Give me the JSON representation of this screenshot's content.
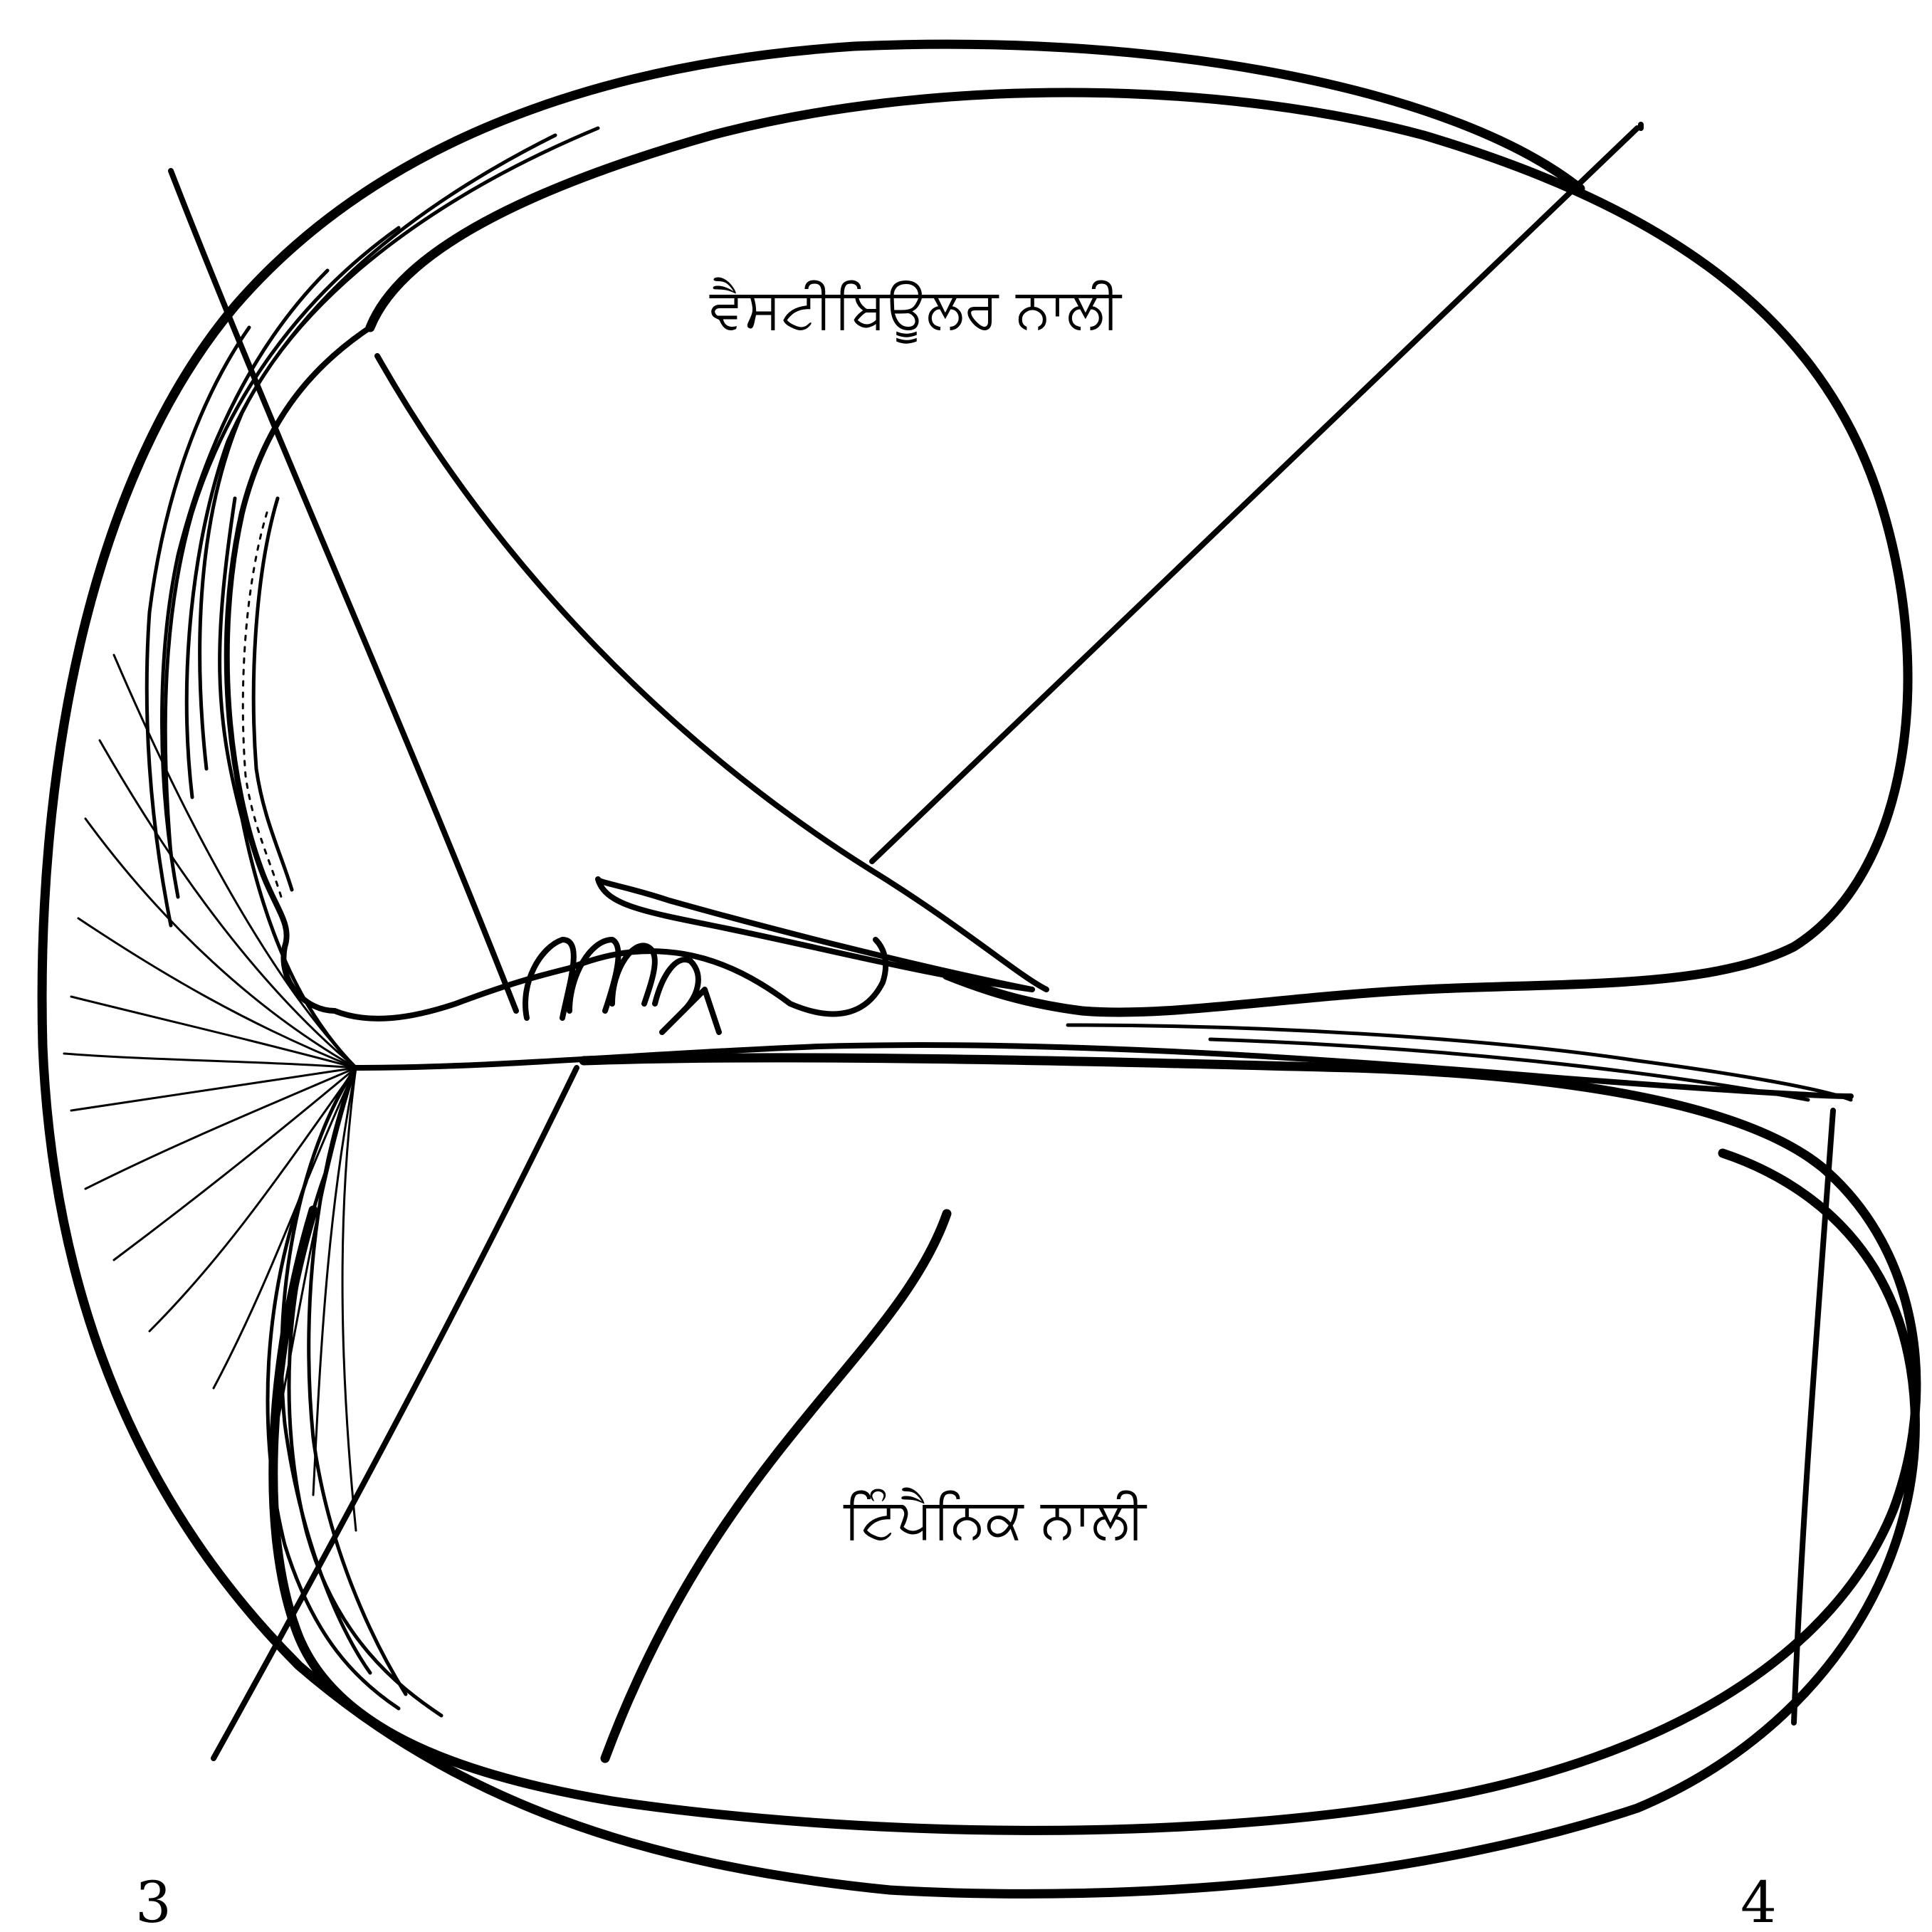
{
  "labels": {
    "vestibular_canal": "ਵੈਸਟੀਬਿਊਲਰ ਨਾਲੀ",
    "tympanic_canal": "ਟਿੰਪੈਨਿਕ ਨਾਲੀ",
    "number_left": "3",
    "number_right": "4"
  },
  "colors": {
    "ink": "#000000",
    "paper": "#ffffff"
  }
}
